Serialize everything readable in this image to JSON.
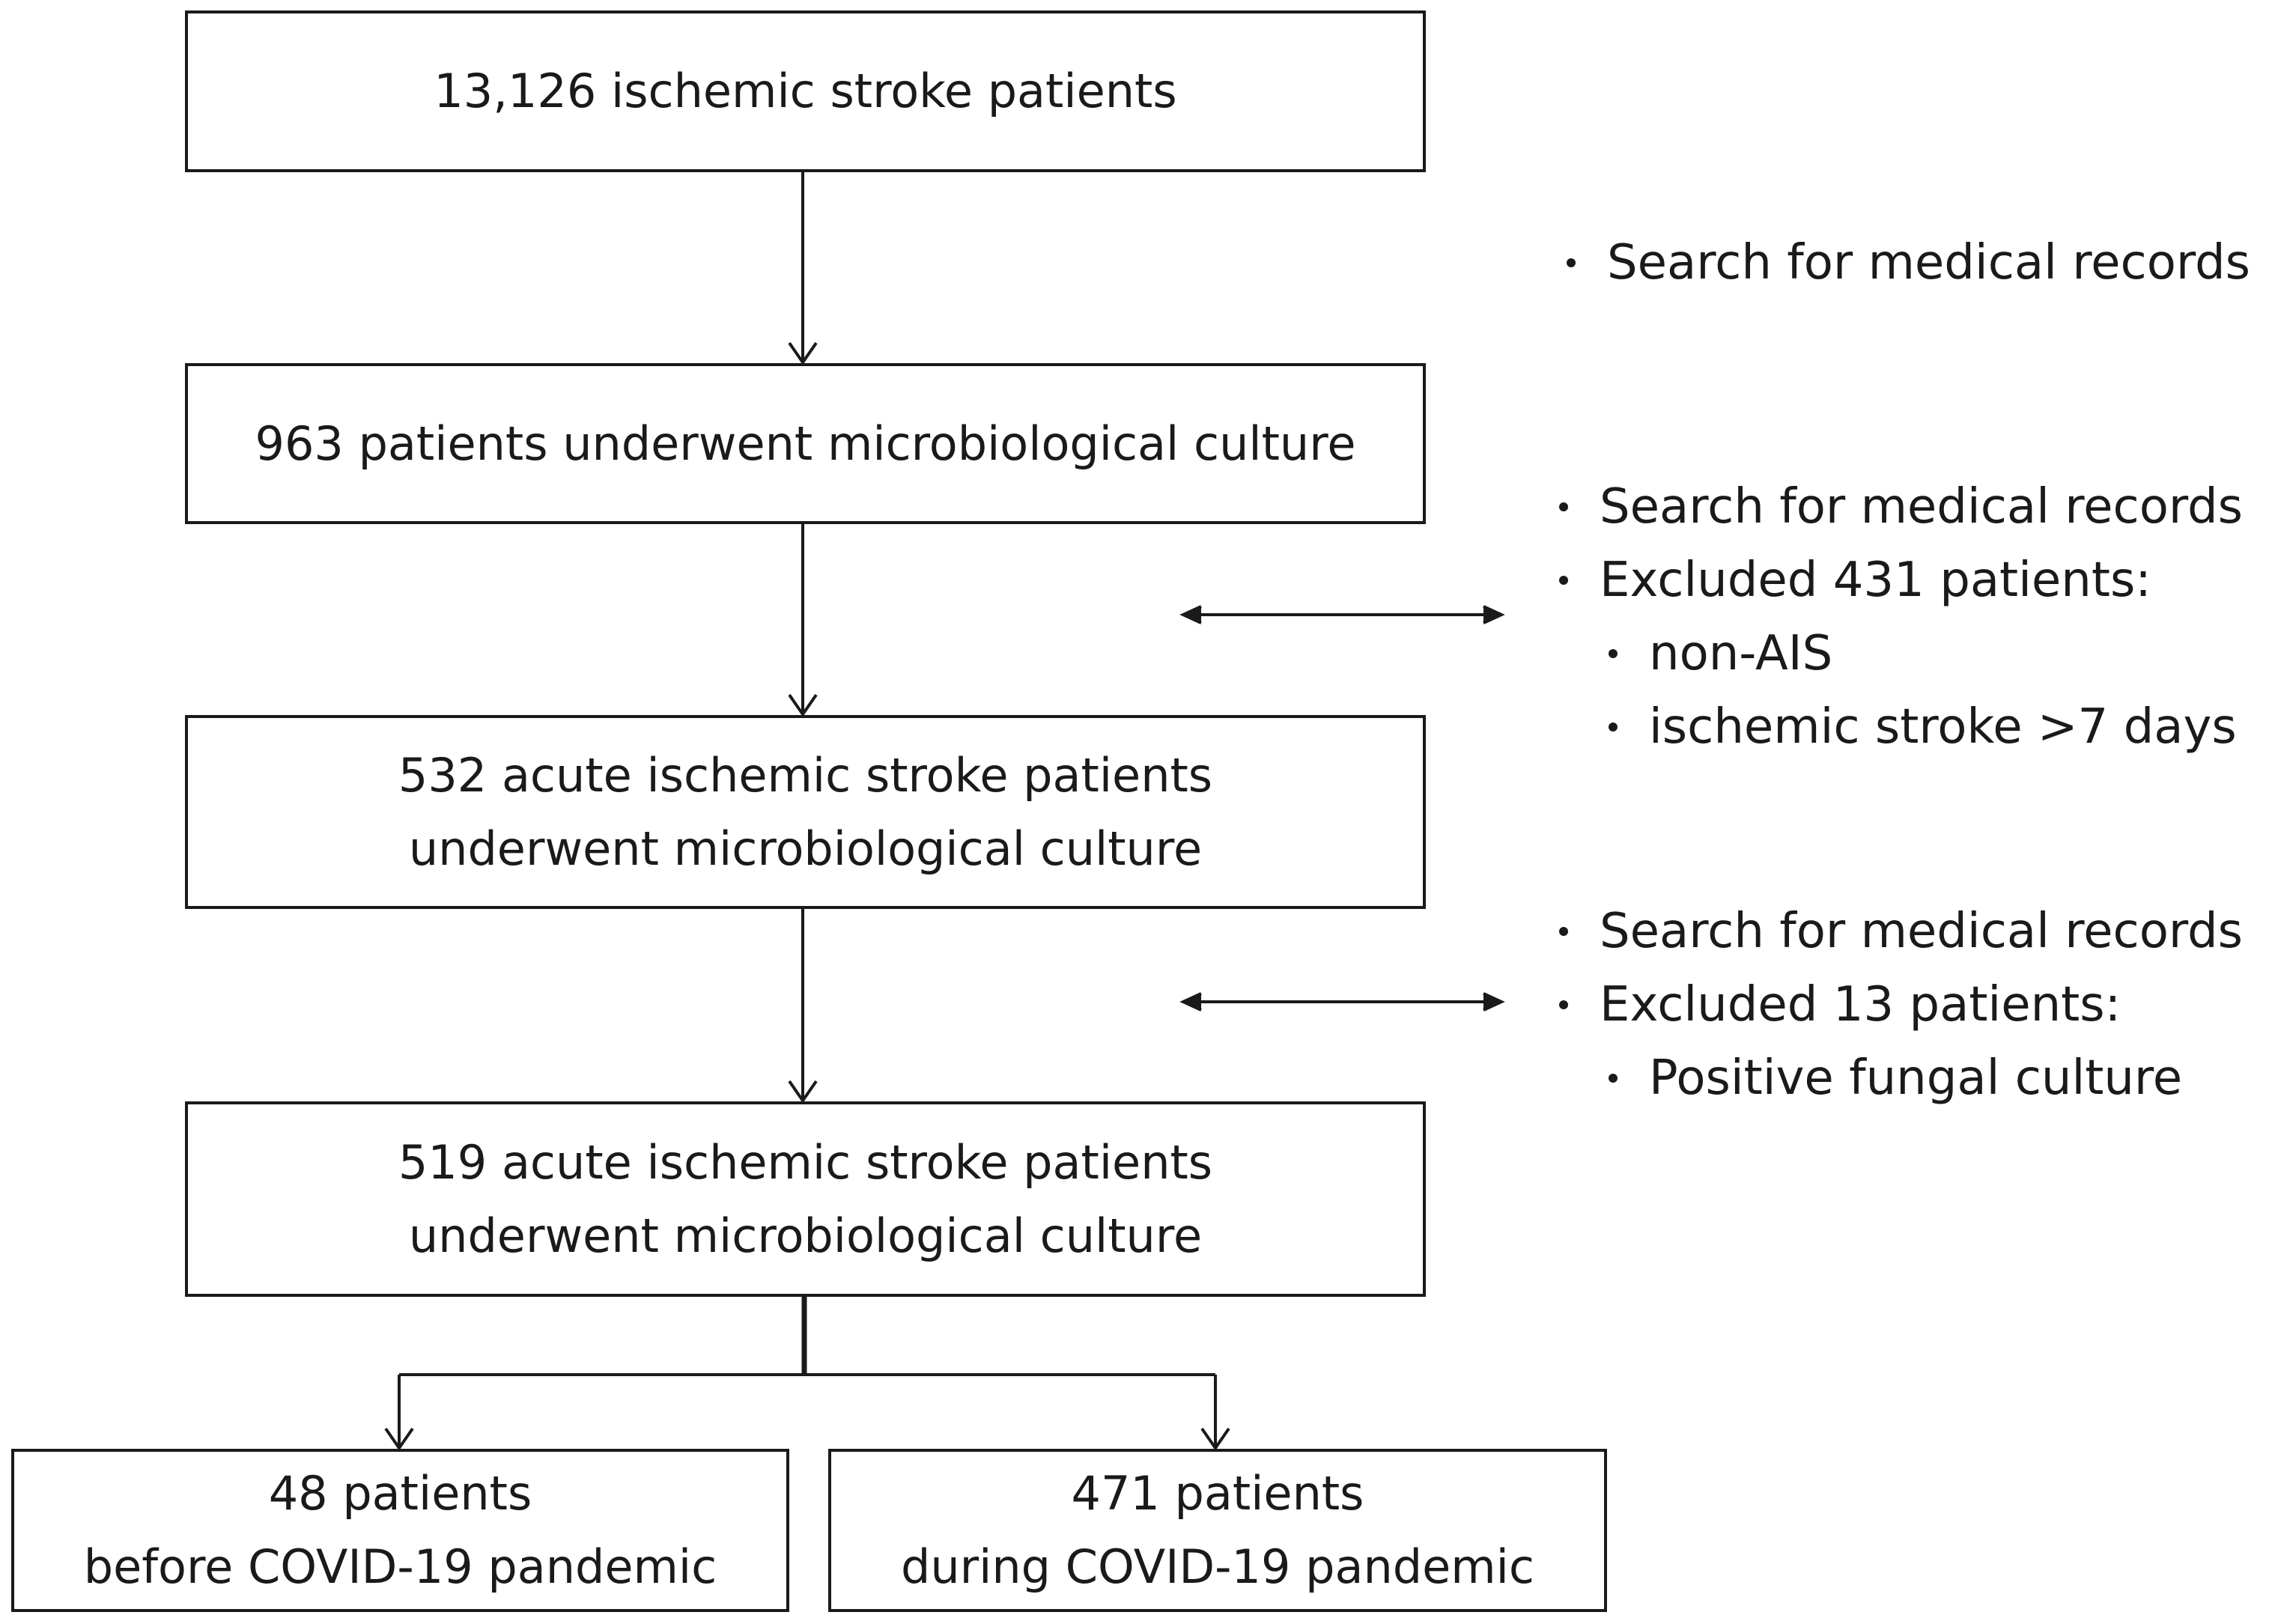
{
  "boxes": {
    "b1": {
      "lines": [
        "13,126 ischemic stroke patients"
      ]
    },
    "b2": {
      "lines": [
        "963 patients underwent microbiological culture"
      ]
    },
    "b3": {
      "lines": [
        "532 acute ischemic stroke patients",
        "underwent microbiological culture"
      ]
    },
    "b4": {
      "lines": [
        "519 acute ischemic stroke patients",
        "underwent microbiological culture"
      ]
    },
    "b5": {
      "lines": [
        "48 patients",
        "before COVID-19 pandemic"
      ]
    },
    "b6": {
      "lines": [
        "471 patients",
        "during COVID-19 pandemic"
      ]
    }
  },
  "notes": {
    "n1": {
      "items": [
        "Search for medical records"
      ]
    },
    "n2": {
      "items": [
        "Search for medical records",
        "Excluded 431 patients:"
      ],
      "subitems": [
        "non-AIS",
        "ischemic stroke >7 days"
      ]
    },
    "n3": {
      "items": [
        "Search for medical records",
        "Excluded 13 patients:"
      ],
      "subitems": [
        "Positive fungal culture"
      ]
    }
  }
}
